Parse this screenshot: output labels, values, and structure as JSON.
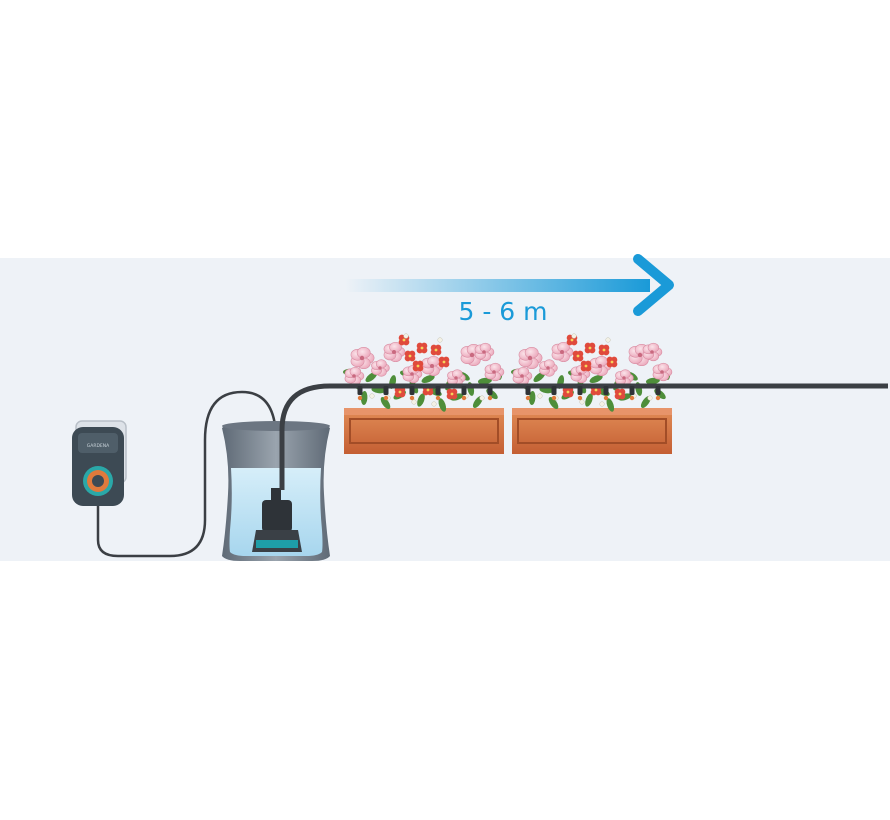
{
  "diagram": {
    "distance_label": "5 - 6 m",
    "controller": {
      "brand_text": "GARDENA",
      "icon": "timer-controller-icon"
    },
    "icons": {
      "arrow": "arrow-right-icon",
      "power_socket": "power-socket-icon",
      "water_barrel": "water-barrel-icon",
      "pump": "submersible-pump-icon",
      "flower_box": "flower-box-icon",
      "drip_pipe": "drip-pipe-icon"
    },
    "flower_box_count": 2,
    "colors": {
      "band_background": "#eef2f7",
      "accent_blue": "#1a9ad8",
      "pipe": "#3b3f44",
      "box_orange": "#cf6a3c",
      "box_dark": "#a24d27",
      "petal_pink": "#f0b0c2",
      "flower_red": "#e04a3c",
      "leaf_green": "#4e8e3a",
      "barrel_grey": "#7e8894",
      "water": "#bfe3f3",
      "controller_dial": "#e07a3c",
      "controller_ring": "#2aa8a8"
    }
  }
}
